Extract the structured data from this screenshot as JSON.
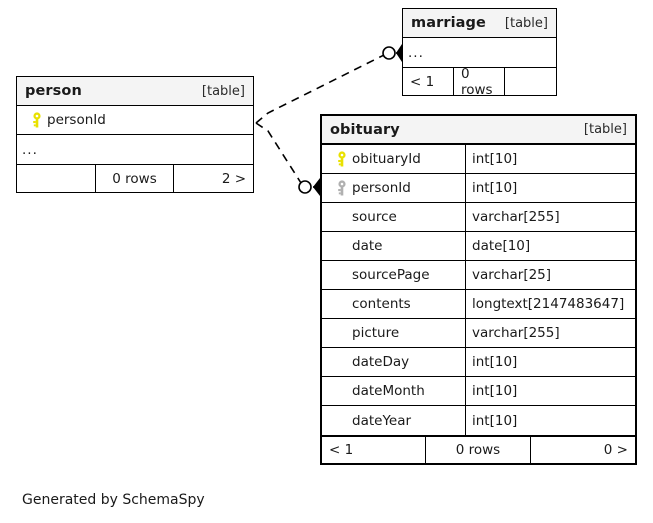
{
  "diagram": {
    "type": "entity-relationship-diagram",
    "generator_caption": "Generated by SchemaSpy",
    "kind_label": "[table]",
    "ellipsis": "...",
    "entities": [
      {
        "id": "person",
        "name": "person",
        "kind": "[table]",
        "columns": [
          {
            "name": "personId",
            "type": "",
            "key": "primary"
          }
        ],
        "has_ellipsis_row": true,
        "footer": {
          "left": "",
          "center": "0 rows",
          "right": "2 >"
        }
      },
      {
        "id": "marriage",
        "name": "marriage",
        "kind": "[table]",
        "columns": [],
        "has_ellipsis_row": true,
        "footer": {
          "left": "< 1",
          "center": "0 rows",
          "right": ""
        }
      },
      {
        "id": "obituary",
        "name": "obituary",
        "kind": "[table]",
        "columns": [
          {
            "name": "obituaryId",
            "type": "int[10]",
            "key": "primary"
          },
          {
            "name": "personId",
            "type": "int[10]",
            "key": "foreign"
          },
          {
            "name": "source",
            "type": "varchar[255]",
            "key": "none"
          },
          {
            "name": "date",
            "type": "date[10]",
            "key": "none"
          },
          {
            "name": "sourcePage",
            "type": "varchar[25]",
            "key": "none"
          },
          {
            "name": "contents",
            "type": "longtext[2147483647]",
            "key": "none"
          },
          {
            "name": "picture",
            "type": "varchar[255]",
            "key": "none"
          },
          {
            "name": "dateDay",
            "type": "int[10]",
            "key": "none"
          },
          {
            "name": "dateMonth",
            "type": "int[10]",
            "key": "none"
          },
          {
            "name": "dateYear",
            "type": "int[10]",
            "key": "none"
          }
        ],
        "has_ellipsis_row": false,
        "footer": {
          "left": "< 1",
          "center": "0 rows",
          "right": "0 >"
        }
      }
    ],
    "relationships": [
      {
        "from": "person",
        "to": "marriage",
        "style": "dashed",
        "source_cardinality": "zero-or-more",
        "target_marker": "crowsfoot"
      },
      {
        "from": "person",
        "to": "obituary",
        "style": "dashed",
        "source_cardinality": "zero-or-more",
        "target_marker": "crowsfoot"
      }
    ],
    "colors": {
      "primary_key": "#e9e100",
      "foreign_key": "#b0b0b0",
      "header_background": "#f4f4f4",
      "border": "#000000",
      "page_background": "#ffffff",
      "text": "#1a1a1a"
    }
  }
}
